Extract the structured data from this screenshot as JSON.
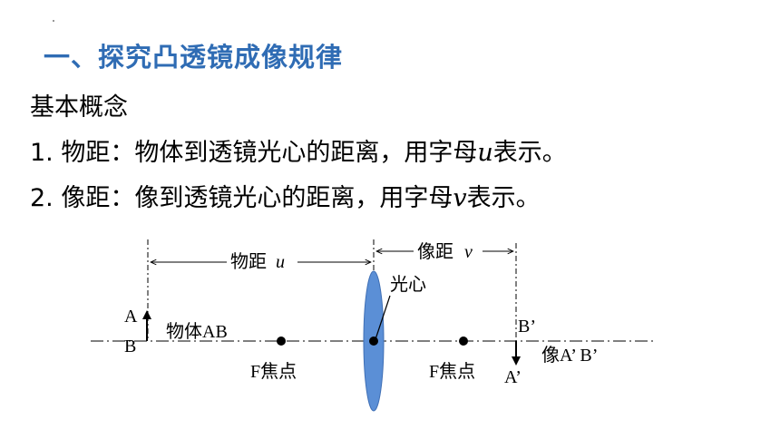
{
  "heading": "一、探究凸透镜成像规律",
  "subheading": "基本概念",
  "definitions": [
    {
      "prefix": "1. 物距：物体到透镜光心的距离，用字母",
      "symbol": "u",
      "suffix": "表示。"
    },
    {
      "prefix": "2. 像距：像到透镜光心的距离，用字母",
      "symbol": "v",
      "suffix": "表示。"
    }
  ],
  "diagram": {
    "object_distance_label": "物距",
    "object_distance_symbol": "u",
    "image_distance_label": "像距",
    "image_distance_symbol": "v",
    "optical_center_label": "光心",
    "object_label": "物体AB",
    "point_A": "A",
    "point_B": "B",
    "focal_left_label": "F焦点",
    "focal_right_label": "F焦点",
    "image_point_B": "B’",
    "image_point_A": "A’",
    "image_label": "像A’ B’",
    "lens_color": "#5b8fd6"
  }
}
